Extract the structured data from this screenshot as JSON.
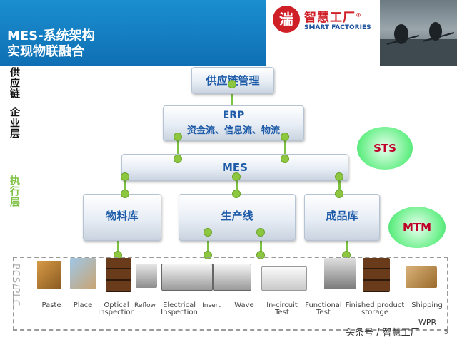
{
  "header": {
    "title_line1": "MES-系统架构",
    "title_line2": "实现物联融合"
  },
  "logo": {
    "mark": "湍",
    "cn": "智慧工厂",
    "en": "SMART FACTORIES",
    "reg": "®"
  },
  "layers": {
    "supply_chain": "供应链",
    "enterprise": "企业层",
    "execution": "执行层",
    "plc": "PCS/PLC"
  },
  "nodes": {
    "supply": "供应链管理",
    "erp_title": "ERP",
    "erp_sub": "资金流、信息流、物流",
    "mes": "MES",
    "materials": "物料库",
    "production": "生产线",
    "finished": "成品库"
  },
  "badges": {
    "sts": "STS",
    "mtm": "MTM"
  },
  "stations": [
    {
      "line1": "Paste",
      "line2": ""
    },
    {
      "line1": "Place",
      "line2": ""
    },
    {
      "line1": "Optical",
      "line2": "Inspection"
    },
    {
      "line1": "Reflow",
      "line2": ""
    },
    {
      "line1": "Electrical",
      "line2": "Inspection"
    },
    {
      "line1": "Insert",
      "line2": ""
    },
    {
      "line1": "Wave",
      "line2": ""
    },
    {
      "line1": "In-circuit",
      "line2": "Test"
    },
    {
      "line1": "Functional",
      "line2": "Test"
    },
    {
      "line1": "Finished product",
      "line2": "storage"
    },
    {
      "line1": "Shipping",
      "line2": ""
    }
  ],
  "footer": {
    "watermark": "头条号 / 智慧工厂",
    "wpr": "WPR",
    "page": "5"
  },
  "colors": {
    "header": "#1a8fd0",
    "connector": "#7dc242",
    "ellipse": "#66ef86",
    "badge_text": "#c0002a"
  }
}
